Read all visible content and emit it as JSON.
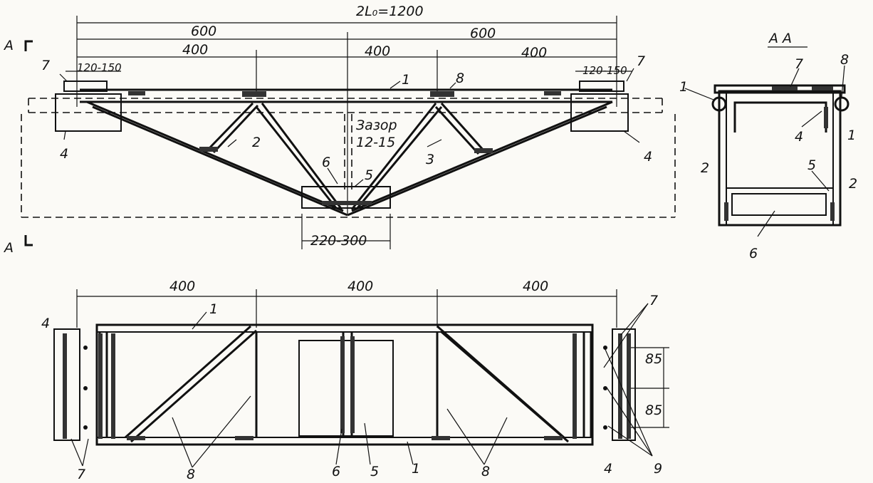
{
  "dimensions": {
    "total": "2L₀=1200",
    "half_left": "600",
    "half_right": "600",
    "span_1": "400",
    "span_2": "400",
    "span_3": "400",
    "bearing_left": "120-150",
    "bearing_right": "120-150",
    "support_width": "220-300",
    "plan_span_1": "400",
    "plan_span_2": "400",
    "plan_span_3": "400",
    "plan_pitch_1": "85",
    "plan_pitch_2": "85"
  },
  "gap_note": {
    "line1": "Зазор",
    "line2": "12-15"
  },
  "section": {
    "marker_top": "A",
    "marker_bottom": "A",
    "title": "А  А"
  },
  "labels": {
    "elev_1": "1",
    "elev_2": "2",
    "elev_3": "3",
    "elev_4_left": "4",
    "elev_4_right": "4",
    "elev_5": "5",
    "elev_6": "6",
    "elev_7_left": "7",
    "elev_7_right": "7",
    "elev_8": "8",
    "sec_1_left": "1",
    "sec_1_right": "1",
    "sec_2_left": "2",
    "sec_2_right": "2",
    "sec_4": "4",
    "sec_5": "5",
    "sec_6": "6",
    "sec_7": "7",
    "sec_8": "8",
    "plan_1_top": "1",
    "plan_1_bottom": "1",
    "plan_4_left": "4",
    "plan_4_right": "4",
    "plan_5": "5",
    "plan_6": "6",
    "plan_7_left": "7",
    "plan_7_right": "7",
    "plan_8_left": "8",
    "plan_8_right": "8",
    "plan_9": "9"
  }
}
